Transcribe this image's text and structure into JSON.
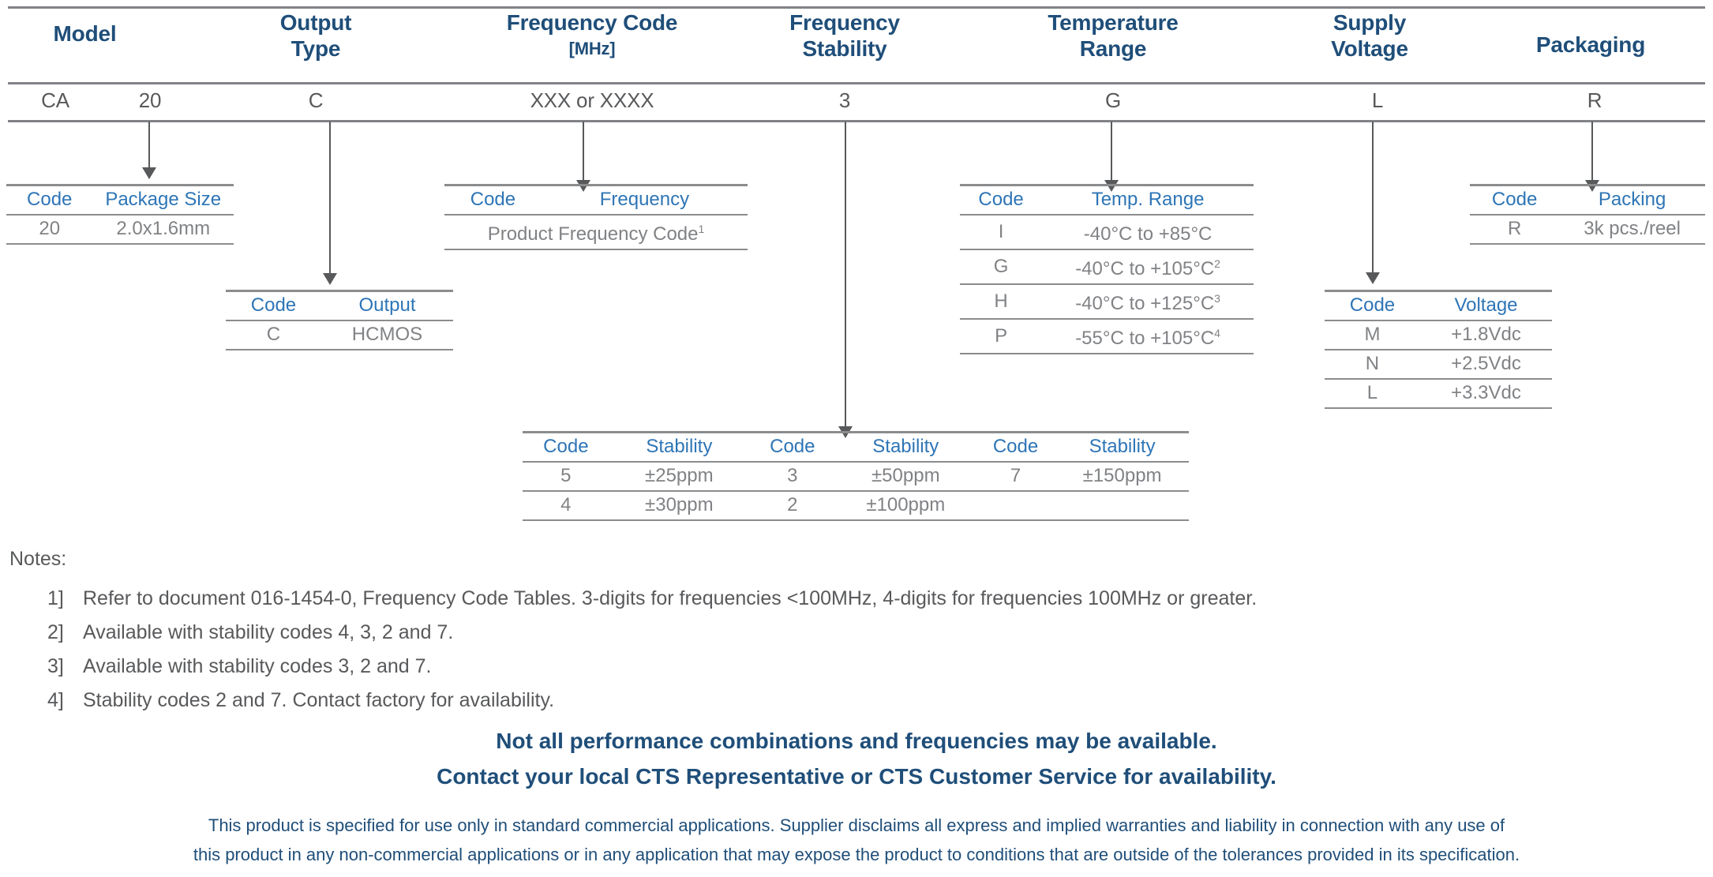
{
  "part_number_builder": {
    "columns": [
      {
        "title_line1": "Model",
        "title_line2": "",
        "code_left": "CA",
        "code_right": "20"
      },
      {
        "title_line1": "Output",
        "title_line2": "Type",
        "code": "C"
      },
      {
        "title_line1": "Frequency Code",
        "title_line2": "[MHz]",
        "code": "XXX or XXXX"
      },
      {
        "title_line1": "Frequency",
        "title_line2": "Stability",
        "code": "3"
      },
      {
        "title_line1": "Temperature",
        "title_line2": "Range",
        "code": "G"
      },
      {
        "title_line1": "Supply",
        "title_line2": "Voltage",
        "code": "L"
      },
      {
        "title_line1": "Packaging",
        "title_line2": "",
        "code": "R"
      }
    ]
  },
  "tables": {
    "package_size": {
      "headers": [
        "Code",
        "Package Size"
      ],
      "rows": [
        [
          "20",
          "2.0x1.6mm"
        ]
      ]
    },
    "output": {
      "headers": [
        "Code",
        "Output"
      ],
      "rows": [
        [
          "C",
          "HCMOS"
        ]
      ]
    },
    "frequency": {
      "headers": [
        "Code",
        "Frequency"
      ],
      "rows": [
        [
          "Product Frequency Code",
          "1"
        ]
      ]
    },
    "stability": {
      "headers": [
        "Code",
        "Stability",
        "Code",
        "Stability",
        "Code",
        "Stability"
      ],
      "rows": [
        [
          "5",
          "±25ppm",
          "3",
          "±50ppm",
          "7",
          "±150ppm"
        ],
        [
          "4",
          "±30ppm",
          "2",
          "±100ppm",
          "",
          ""
        ]
      ]
    },
    "temp_range": {
      "headers": [
        "Code",
        "Temp. Range"
      ],
      "rows": [
        [
          "I",
          "-40°C to +85°C",
          ""
        ],
        [
          "G",
          "-40°C to +105°C",
          "2"
        ],
        [
          "H",
          "-40°C to +125°C",
          "3"
        ],
        [
          "P",
          "-55°C to +105°C",
          "4"
        ]
      ]
    },
    "voltage": {
      "headers": [
        "Code",
        "Voltage"
      ],
      "rows": [
        [
          "M",
          "+1.8Vdc"
        ],
        [
          "N",
          "+2.5Vdc"
        ],
        [
          "L",
          "+3.3Vdc"
        ]
      ]
    },
    "packing": {
      "headers": [
        "Code",
        "Packing"
      ],
      "rows": [
        [
          "R",
          "3k pcs./reel"
        ]
      ]
    }
  },
  "notes": {
    "label": "Notes:",
    "items": [
      {
        "num": "1]",
        "text": "Refer to document 016-1454-0, Frequency Code Tables.  3-digits for frequencies <100MHz, 4-digits for frequencies 100MHz or greater."
      },
      {
        "num": "2]",
        "text": "Available with stability codes 4, 3, 2 and 7."
      },
      {
        "num": "3]",
        "text": "Available with stability codes 3, 2 and 7."
      },
      {
        "num": "4]",
        "text": "Stability codes 2 and 7.  Contact factory for availability."
      }
    ]
  },
  "callouts": [
    "Not all performance combinations and frequencies may be available.",
    "Contact your local CTS Representative or CTS Customer Service for availability."
  ],
  "disclaimer": [
    "This product is specified for use only in standard commercial applications.  Supplier disclaims all express and implied warranties and liability in connection with any use of",
    "this product in any non-commercial applications or in any application that may expose the product to conditions that are outside of the tolerances provided in its specification."
  ],
  "colors": {
    "heading_blue": "#1f4e79",
    "table_header_blue": "#2e75b6",
    "body_gray": "#58595b",
    "rule_gray": "#808285"
  }
}
